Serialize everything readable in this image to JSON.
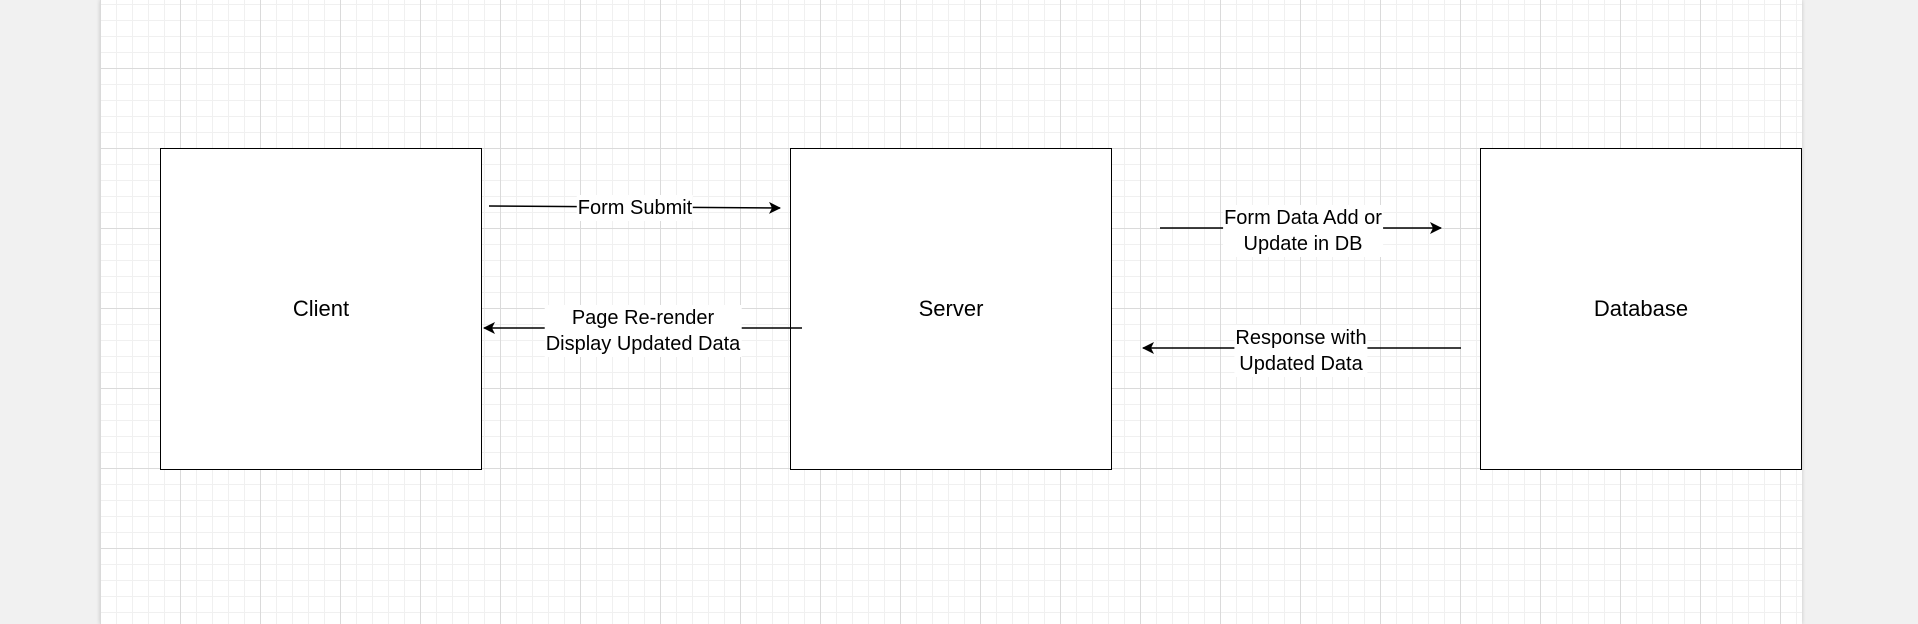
{
  "diagram": {
    "nodes": {
      "client": "Client",
      "server": "Server",
      "database": "Database"
    },
    "edges": {
      "form_submit": [
        "Form Submit"
      ],
      "page_rerender": [
        "Page Re-render",
        "Display Updated Data"
      ],
      "form_data_add": [
        "Form Data Add or",
        "Update in DB"
      ],
      "response": [
        "Response with",
        "Updated Data"
      ]
    },
    "colors": {
      "stroke": "#000000",
      "canvas": "#ffffff",
      "grid": "#dadada",
      "background": "#f1f1f1"
    }
  }
}
